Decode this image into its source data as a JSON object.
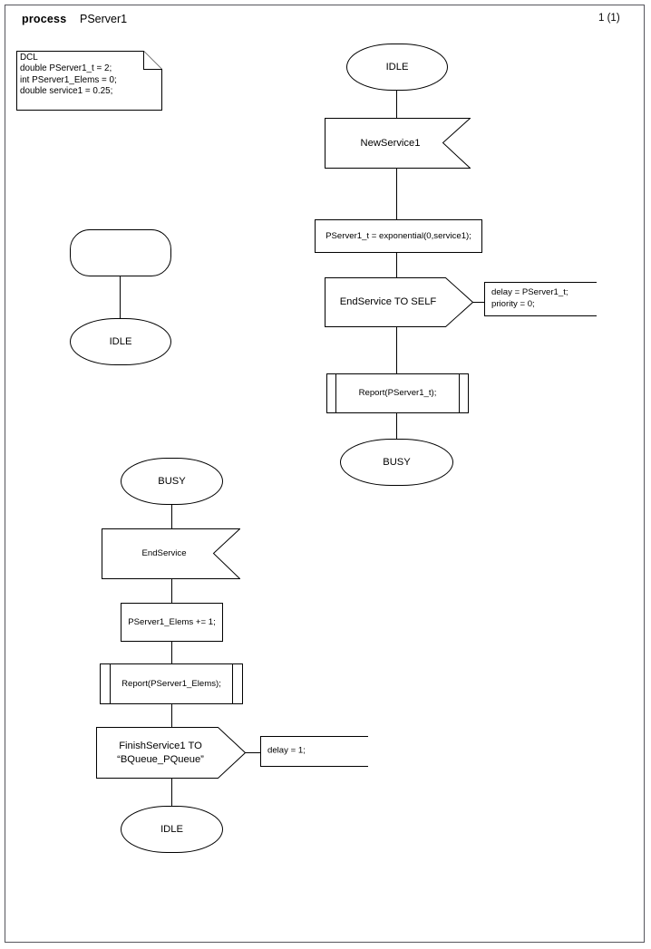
{
  "header": {
    "keyword": "process",
    "name": "PServer1",
    "page_number": "1 (1)"
  },
  "declaration": {
    "name": "dcl-block",
    "text": "DCL\ndouble PServer1_t = 2;\nint PServer1_Elems = 0;\ndouble service1 = 0.25;"
  },
  "flows": {
    "start_flow": {
      "start_symbol_label": "",
      "next_state": "IDLE"
    },
    "idle_flow": {
      "state": "IDLE",
      "input": "NewService1",
      "task": "PServer1_t = exponential(0,service1);",
      "output": "EndService TO SELF",
      "output_comment": "delay = PServer1_t;\npriority = 0;",
      "procedure": "Report(PServer1_t);",
      "next_state": "BUSY"
    },
    "busy_flow": {
      "state": "BUSY",
      "input": "EndService",
      "task": "PServer1_Elems += 1;",
      "procedure": "Report(PServer1_Elems);",
      "output": "FinishService1 TO\n“BQueue_PQueue”",
      "output_comment": "delay = 1;",
      "next_state": "IDLE"
    }
  },
  "colors": {
    "stroke": "#000000",
    "page_border": "#55555c",
    "background": "#ffffff"
  }
}
